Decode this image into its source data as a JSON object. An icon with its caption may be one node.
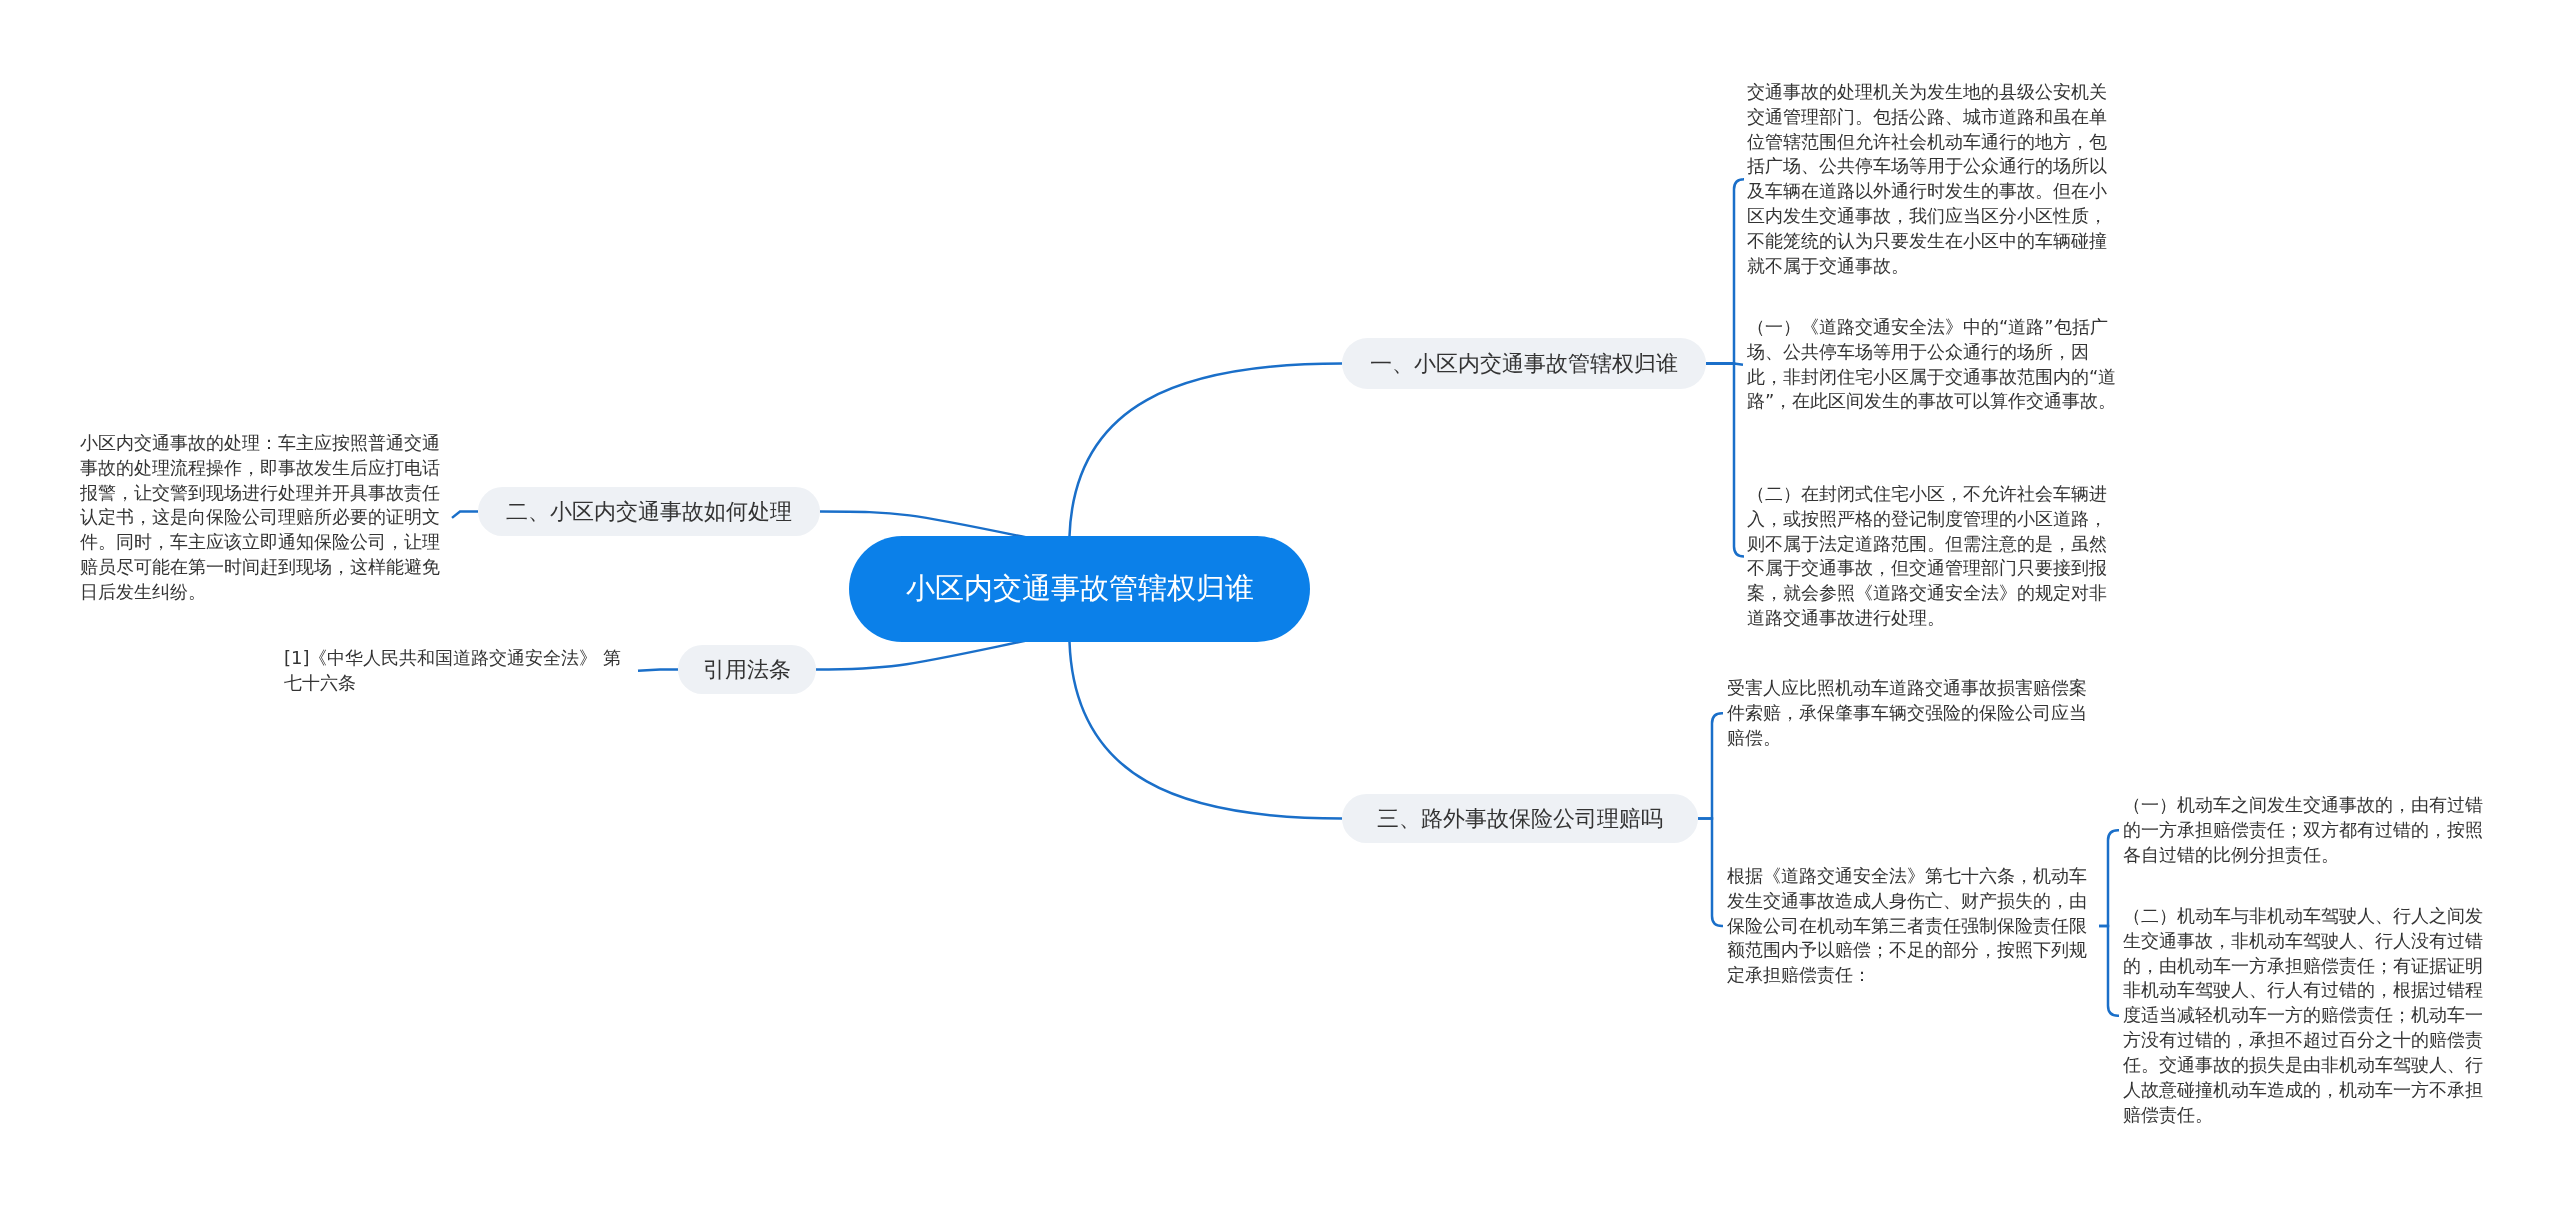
{
  "diagram": {
    "nodes": [
      {
        "text": [
          "小区内交通事故管辖权归谁"
        ]
      },
      {
        "text": [
          "一、小区内交通事故管辖权归谁"
        ]
      },
      {
        "text": [
          "交通事故的处理机关为发生地的县级公安机关交通管理部门。包括公路、城市道路和虽在单位管辖范围但允许社会机动车通行的地方，包括广场、公共停车场等用于公众通行的场所以及车辆在道路以外通行时发生的事故。但在小区内发生交通事故，我们应当区分小区性质，不能笼统的认为只要发生在小区中的车辆碰撞就不属于交通事故。"
        ]
      },
      {
        "text": [
          "（一）《道路交通安全法》中的“道路”包括广场、公共停车场等用于公众通行的场所，因此，非封闭住宅小区属于交通事故范围内的“道路”，在此区间发生的事故可以算作交通事故。"
        ]
      },
      {
        "text": [
          "（二）在封闭式住宅小区，不允许社会车辆进入，或按照严格的登记制度管理的小区道路，则不属于法定道路范围。但需注意的是，虽然不属于交通事故，但交通管理部门只要接到报案，就会参照《道路交通安全法》的规定对非道路交通事故进行处理。"
        ]
      },
      {
        "text": [
          "二、小区内交通事故如何处理"
        ]
      },
      {
        "text": [
          "小区内交通事故的处理：车主应按照普通交通事故的处理流程操作，即事故发生后应打电话报警，让交警到现场进行处理并开具事故责任认定书，这是向保险公司理赔所必要的证明文件。同时，车主应该立即通知保险公司，让理赔员尽可能在第一时间赶到现场，这样能避免日后发生纠纷。"
        ]
      },
      {
        "text": [
          "引用法条"
        ]
      },
      {
        "text": [
          "[1]《中华人民共和国道路交通安全法》 第七十六条"
        ]
      },
      {
        "text": [
          "三、路外事故保险公司理赔吗"
        ]
      },
      {
        "text": [
          "受害人应比照机动车道路交通事故损害赔偿案件索赔，承保肇事车辆交强险的保险公司应当赔偿。"
        ]
      },
      {
        "text": [
          "根据《道路交通安全法》第七十六条，机动车发生交通事故造成人身伤亡、财产损失的，由保险公司在机动车第三者责任强制保险责任限额范围内予以赔偿；不足的部分，按照下列规定承担赔偿责任："
        ]
      },
      {
        "text": [
          "（一）机动车之间发生交通事故的，由有过错的一方承担赔偿责任；双方都有过错的，按照各自过错的比例分担责任。"
        ]
      },
      {
        "text": [
          "（二）机动车与非机动车驾驶人、行人之间发生交通事故，非机动车驾驶人、行人没有过错的，由机动车一方承担赔偿责任；有证据证明非机动车驾驶人、行人有过错的，根据过错程度适当减轻机动车一方的赔偿责任；机动车一方没有过错的，承担不超过百分之十的赔偿责任。交通事故的损失是由非机动车驾驶人、行人故意碰撞机动车造成的，机动车一方不承担赔偿责任。"
        ]
      }
    ],
    "edges": [
      {
        "from": 0,
        "to": 1,
        "arrow": "none"
      },
      {
        "from": 1,
        "to": 2,
        "arrow": "none"
      },
      {
        "from": 1,
        "to": 3,
        "arrow": "none"
      },
      {
        "from": 1,
        "to": 4,
        "arrow": "none"
      },
      {
        "from": 0,
        "to": 5,
        "arrow": "none"
      },
      {
        "from": 5,
        "to": 6,
        "arrow": "none"
      },
      {
        "from": 0,
        "to": 7,
        "arrow": "none"
      },
      {
        "from": 7,
        "to": 8,
        "arrow": "none"
      },
      {
        "from": 0,
        "to": 9,
        "arrow": "none"
      },
      {
        "from": 9,
        "to": 10,
        "arrow": "none"
      },
      {
        "from": 9,
        "to": 11,
        "arrow": "none"
      },
      {
        "from": 11,
        "to": 12,
        "arrow": "none"
      },
      {
        "from": 11,
        "to": 13,
        "arrow": "none"
      }
    ]
  }
}
